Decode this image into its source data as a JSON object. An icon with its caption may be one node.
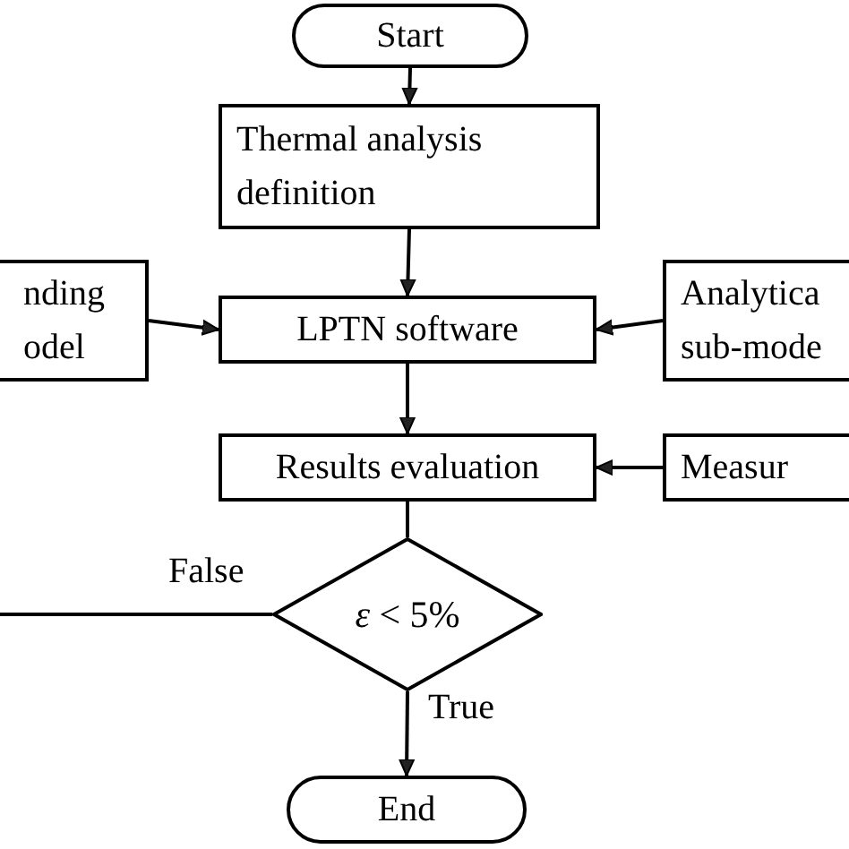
{
  "diagram": {
    "nodes": [
      {
        "text": [
          "Start"
        ]
      },
      {
        "text": [
          "Thermal analysis definition"
        ]
      },
      {
        "text": [
          "nding odel"
        ]
      },
      {
        "text": [
          "LPTN software"
        ]
      },
      {
        "text": [
          "Analytica sub-mode"
        ]
      },
      {
        "text": [
          "Results evaluation"
        ]
      },
      {
        "text": [
          "Measur"
        ]
      },
      {
        "text": [
          "*ε* < 5%"
        ]
      },
      {
        "text": [
          "End"
        ]
      }
    ],
    "edges": [
      {
        "from": 0,
        "to": 1,
        "arrow": "to"
      },
      {
        "from": 1,
        "to": 3,
        "arrow": "to"
      },
      {
        "from": 2,
        "to": 3,
        "arrow": "to"
      },
      {
        "from": 4,
        "to": 3,
        "arrow": "to"
      },
      {
        "from": 3,
        "to": 5,
        "arrow": "to"
      },
      {
        "from": 6,
        "to": 5,
        "arrow": "to"
      },
      {
        "from": 5,
        "to": 7,
        "arrow": "none"
      },
      {
        "from": 7,
        "to": 8,
        "arrow": "to",
        "label": "True"
      },
      {
        "from": 7,
        "to": null,
        "arrow": "none",
        "label": "False"
      }
    ]
  }
}
